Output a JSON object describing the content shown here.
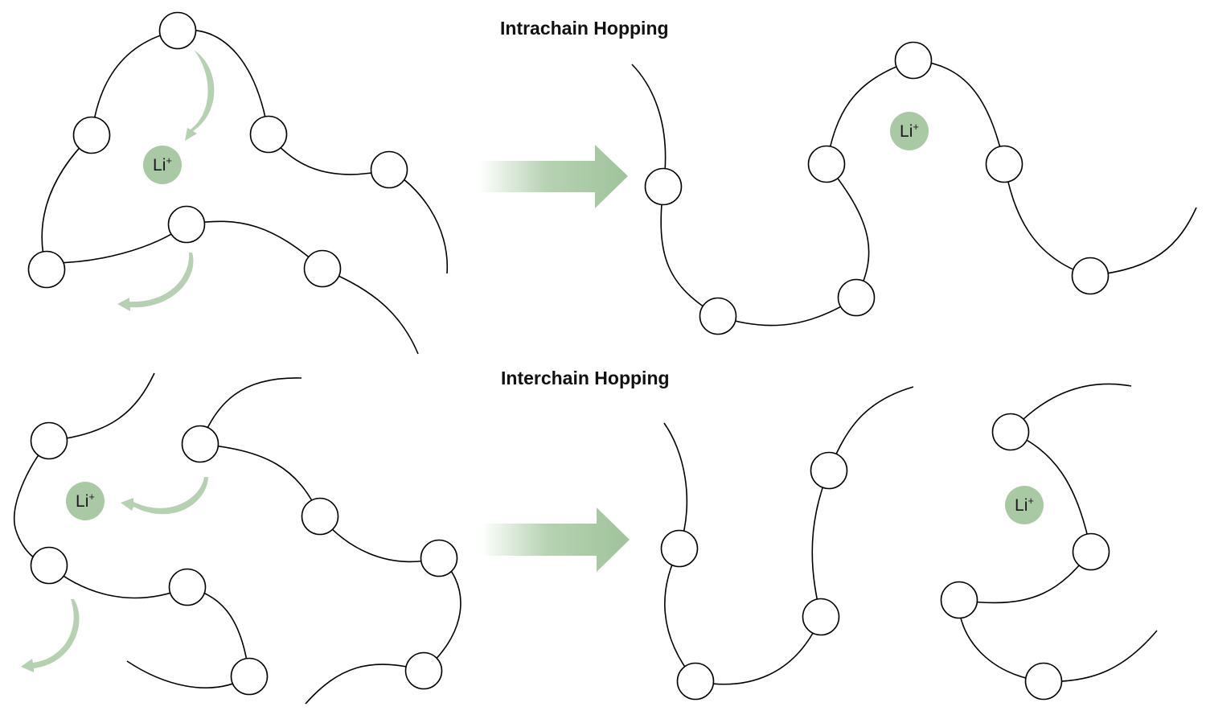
{
  "titles": {
    "intrachain": "Intrachain Hopping",
    "interchain": "Interchain Hopping"
  },
  "ion": {
    "symbol": "Li",
    "charge": "+"
  },
  "colors": {
    "ion_fill": "#a9c9a4",
    "arrow": "#9fc39a",
    "chain_stroke": "#000000"
  }
}
